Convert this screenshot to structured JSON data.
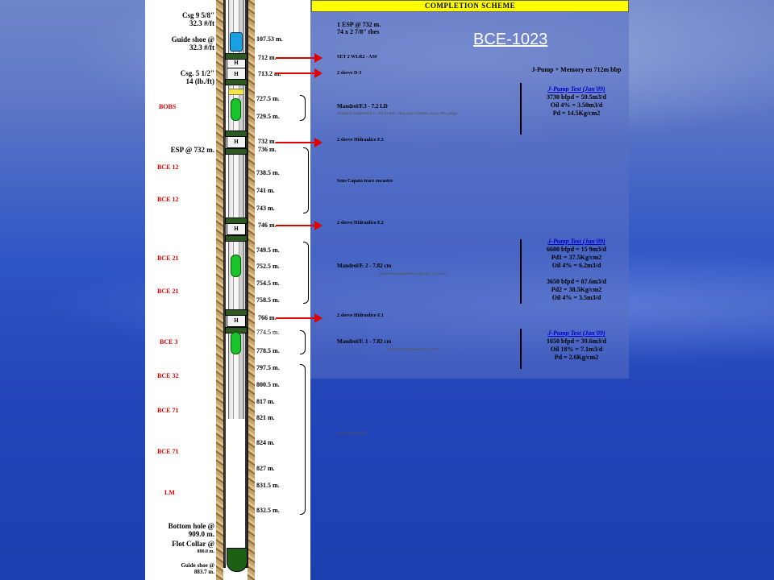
{
  "header": {
    "title": "COMPLETION SCHEME",
    "well_name": "BCE-1023"
  },
  "left_labels": {
    "csg958_line1": "Csg 9 5/8\"",
    "csg958_line2": "32.3 #/ft",
    "guide_shoe_line1": "Guide shoe @",
    "guide_shoe_line2": "32.3 #/ft",
    "csg512_line1": "Csg. 5 1/2\"",
    "csg512_line2": "14 (lb./ft)",
    "esp": "ESP @ 732 m.",
    "bottom_hole_line1": "Bottom hole @",
    "bottom_hole_line2": "909.0 m.",
    "float_collar_line1": "Flot Collar @",
    "float_collar_line2": "880.0 m.",
    "guide_shoe_bottom_line1": "Guide shoe @",
    "guide_shoe_bottom_line2": "883.7 m."
  },
  "zones": [
    "BOBS",
    "BCE 12",
    "BCE 12",
    "BCE 21",
    "BCE 21",
    "BCE 3",
    "BCE 32",
    "BCE 71",
    "BCE 71",
    "LM"
  ],
  "depths": [
    "107.53 m.",
    "712 m.",
    "713.2 m.",
    "727.5 m.",
    "729.5 m.",
    "732 m.",
    "736 m.",
    "738.5 m.",
    "741 m.",
    "743 m.",
    "746 m.",
    "749.5 m.",
    "752.5 m.",
    "754.5 m.",
    "758.5 m.",
    "766 m.",
    "774.5 m.",
    "778.5 m.",
    "797.5 m.",
    "800.5 m.",
    "817 m.",
    "821 m.",
    "824 m.",
    "827 m.",
    "831.5 m.",
    "832.5 m."
  ],
  "descriptions": {
    "esp_line1": "1 ESP @ 732 m.",
    "esp_line2": "74 x 2 7/8\" tbes",
    "set": "SET 2 WLR2 - AS#",
    "sleeve3": "2 sleeve D-3",
    "mandrel3": "Mandrel/F.3 - 7.2 LD",
    "mandrel3_faint": "Mandrel completion 1 - 0.0 in-line: ciclo con extrema cerca, flow plugs",
    "sleeve_hydr3": "2 sleeve Hidraulico F.3",
    "separador": "Sens Capata trace encastre",
    "sleeve_hydr2": "2 sleeve Hidraulico F.2",
    "mandrel2": "Mandrel/F. 2 - 7.82 cm",
    "mandrel2_faint": "Mandrel completion wing de 1 yes cmb",
    "sleeve_hydr1": "2 sleeve Hidraulico F.1",
    "mandrel1": "Mandrel/F. 1 - 7.82 cm",
    "mandrel1_faint": "Mandrel completion de 1 ciclo",
    "tapon": "Tapon compuesto"
  },
  "jpump": {
    "label": "J-Pump + Memory en 712m bbp",
    "tests": [
      {
        "title": "J-Pump Test (Jan'09)",
        "lines": [
          "3730 bfpd = 59.5m3/d",
          "Oil 4% = 3.50m3/d",
          "Pd = 14.5Kg/cm2"
        ]
      },
      {
        "title": "J-Pump Test (Jan'09)",
        "lines": [
          "6600 bfpd = 15 9m3/d",
          "Pd1 = 37.5Kg/cm2",
          "Oil 4% = 6.2m3/d",
          "",
          "3650 bfpd = 87.6m3/d",
          "Pd2 = 38.5Kg/cm2",
          "Oil 4% = 3.5m3/d"
        ]
      },
      {
        "title": "J-Pump Test (Jan'09)",
        "lines": [
          "1650 bfpd = 39.6m3/d",
          "Oil 18% = 7.1m3/d",
          "Pd = 2.6Kg/cm2"
        ]
      }
    ]
  },
  "colors": {
    "title_bg": "#ffff00",
    "zone_text": "#e00000",
    "arrow": "#e00000",
    "valve": "#19c32a",
    "well_title": "#ffffff"
  }
}
